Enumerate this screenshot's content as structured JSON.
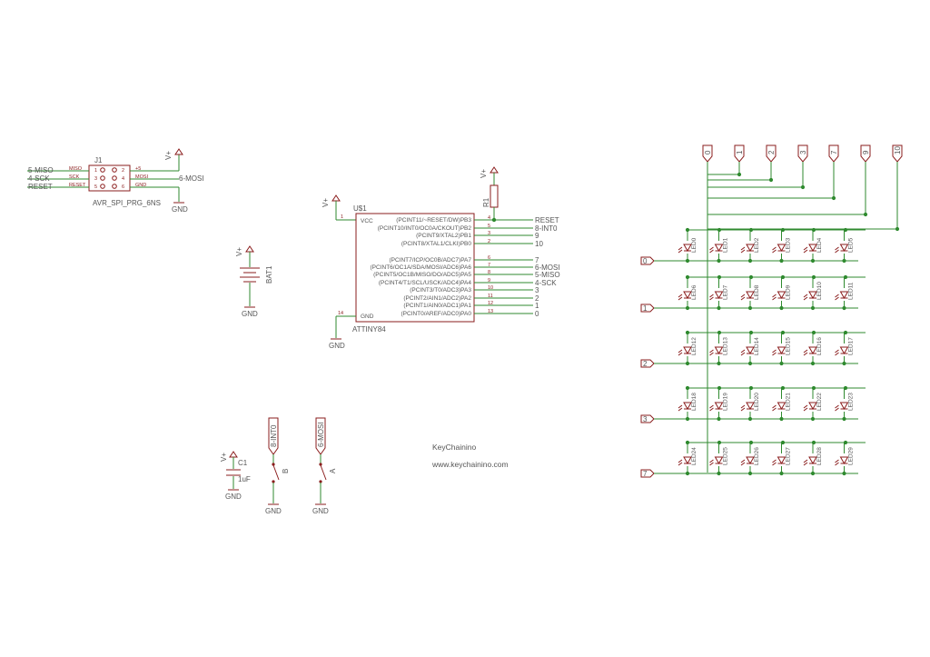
{
  "j1": {
    "ref": "J1",
    "part": "AVR_SPI_PRG_6NS",
    "left_nets": [
      "5-MISO",
      "4-SCK",
      "RESET"
    ],
    "left_pins": [
      "MISO",
      "SCK",
      "RESET"
    ],
    "left_nums": [
      "1",
      "3",
      "5"
    ],
    "right_pins": [
      "+5",
      "MOSI",
      "GND"
    ],
    "right_nums": [
      "2",
      "4",
      "6"
    ],
    "mosi_net": "6-MOSI",
    "vplus": "V+",
    "gnd": "GND"
  },
  "bat": {
    "ref": "BAT1",
    "vplus": "V+",
    "gnd": "GND"
  },
  "r1": {
    "ref": "R1",
    "vplus": "V+"
  },
  "mcu": {
    "ref": "U$1",
    "part": "ATTINY84",
    "vcc": "VCC",
    "gnd_pin": "GND",
    "vcc_num": "1",
    "gnd_num": "14",
    "vplus": "V+",
    "gnd": "GND",
    "pins": [
      {
        "name": "(PCINT11/~RESET/DW)PB3",
        "num": "4",
        "net": "RESET"
      },
      {
        "name": "(PCINT10/INT0/OC0A/CKOUT)PB2",
        "num": "5",
        "net": "8-INT0"
      },
      {
        "name": "(PCINT9/XTAL2)PB1",
        "num": "3",
        "net": "9"
      },
      {
        "name": "(PCINT8/XTAL1/CLKI)PB0",
        "num": "2",
        "net": "10"
      },
      {
        "name": "(PCINT7/ICP/OC0B/ADC7)PA7",
        "num": "6",
        "net": "7"
      },
      {
        "name": "(PCINT6/OC1A/SDA/MOSI/ADC6)PA6",
        "num": "7",
        "net": "6-MOSI"
      },
      {
        "name": "(PCINT5/OC1B/MISO/DO/ADC5)PA5",
        "num": "8",
        "net": "5-MISO"
      },
      {
        "name": "(PCINT4/T1/SCL/USCK/ADC4)PA4",
        "num": "9",
        "net": "4-SCK"
      },
      {
        "name": "(PCINT3/T0/ADC3)PA3",
        "num": "10",
        "net": "3"
      },
      {
        "name": "(PCINT2/AIN1/ADC2)PA2",
        "num": "11",
        "net": "2"
      },
      {
        "name": "(PCINT1/AIN0/ADC1)PA1",
        "num": "12",
        "net": "1"
      },
      {
        "name": "(PCINT0/AREF/ADC0)PA0",
        "num": "13",
        "net": "0"
      }
    ]
  },
  "cap": {
    "ref": "C1",
    "value": "1uF",
    "vplus": "V+",
    "gnd": "GND"
  },
  "switches": [
    {
      "net": "8-INT0",
      "ref": "B",
      "gnd": "GND"
    },
    {
      "net": "6-MOSI",
      "ref": "A",
      "gnd": "GND"
    }
  ],
  "credits": {
    "name": "KeyChainino",
    "url": "www.keychainino.com"
  },
  "matrix": {
    "col_nets": [
      "0",
      "1",
      "2",
      "3",
      "7",
      "9",
      "10"
    ],
    "row_nets": [
      "0",
      "1",
      "2",
      "3",
      "7"
    ],
    "leds": [
      [
        "LED0",
        "LED1",
        "LED2",
        "LED3",
        "LED4",
        "LED5"
      ],
      [
        "LED6",
        "LED7",
        "LED8",
        "LED9",
        "LED10",
        "LED11"
      ],
      [
        "LED12",
        "LED13",
        "LED14",
        "LED15",
        "LED16",
        "LED17"
      ],
      [
        "LED18",
        "LED19",
        "LED20",
        "LED21",
        "LED22",
        "LED23"
      ],
      [
        "LED24",
        "LED25",
        "LED26",
        "LED27",
        "LED28",
        "LED29"
      ]
    ]
  },
  "colors": {
    "wire": "#2f8a2f",
    "part": "#8a1c1c",
    "text": "#555555"
  }
}
